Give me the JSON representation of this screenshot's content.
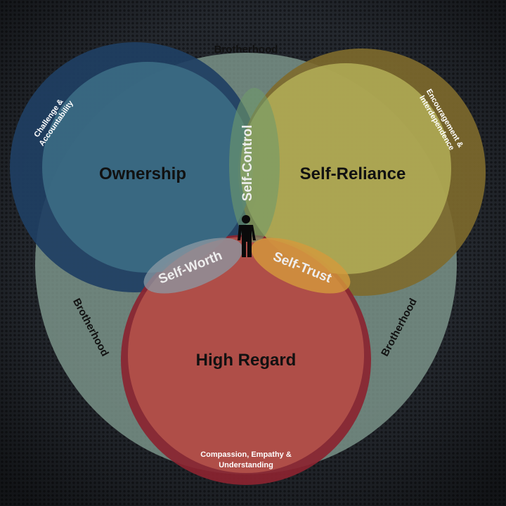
{
  "labels": {
    "brotherhood_top": "Brotherhood",
    "brotherhood_left": "Brotherhood",
    "brotherhood_right": "Brotherhood",
    "challenge_1": "Challenge &",
    "challenge_2": "Accountability",
    "encouragement_1": "Encouragement &",
    "encouragement_2": "Interdependence",
    "compassion_1": "Compassion, Empathy &",
    "compassion_2": "Understanding",
    "ownership": "Ownership",
    "self_reliance": "Self-Reliance",
    "high_regard": "High Regard",
    "self_control": "Self-Control",
    "self_worth": "Self-Worth",
    "self_trust": "Self-Trust"
  },
  "colors": {
    "background": "#1e2126",
    "brotherhood": "#7f9a8e",
    "blue_outer": "#1f3f63",
    "blue_inner": "#3d6f86",
    "yellow_outer": "#7e6a2c",
    "yellow_inner": "#b6b35a",
    "red_outer": "#8b2430",
    "red_inner": "#b9574e"
  },
  "icons": {
    "center": "person-silhouette-icon"
  }
}
